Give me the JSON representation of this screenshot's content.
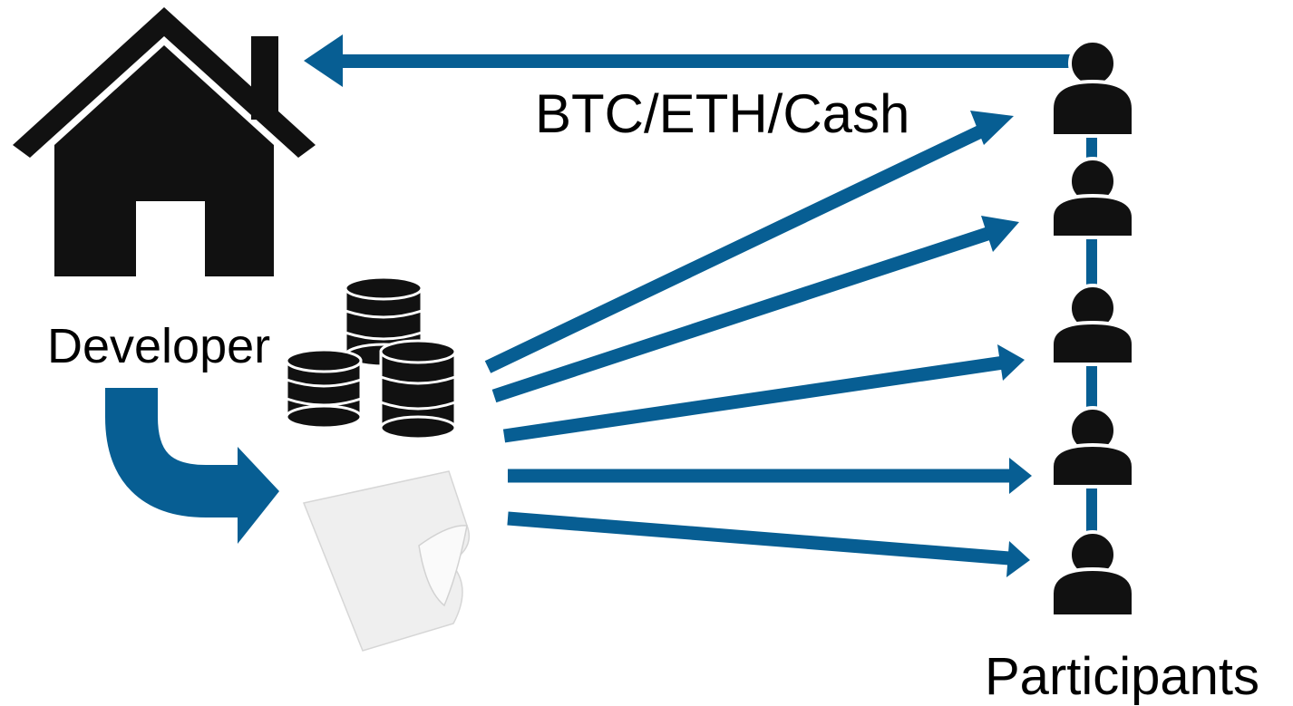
{
  "labels": {
    "currency": "BTC/ETH/Cash",
    "developer": "Developer",
    "participants": "Participants"
  },
  "colors": {
    "arrow": "#075E93",
    "icon": "#111111",
    "paper_fill": "#EFEFEF",
    "paper_curl": "#FAFAFA"
  },
  "icons": {
    "developer_house": "house-icon",
    "token_stack": "coin-stack-icon",
    "document": "paper-document-icon",
    "participant": "person-icon"
  },
  "participants_count": 5
}
